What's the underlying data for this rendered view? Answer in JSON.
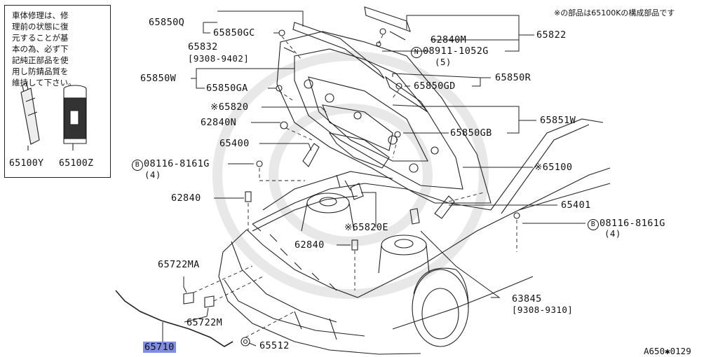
{
  "note_box": {
    "text": "車体修理は、修\n理前の状態に復\n元することが基\n本の為、必ず下\n記純正部品を使\n用し防錆品質を\n維持して下さい。",
    "part_tube": "65100Y",
    "part_can": "65100Z"
  },
  "header_note": "※の部品は65100Kの構成部品です",
  "figure_code": "A650✱0129",
  "parts": {
    "p65850Q": "65850Q",
    "p65850GC": "65850GC",
    "p65832": "65832",
    "p65832_range": "[9308-9402]",
    "p65850W": "65850W",
    "p65850GA": "65850GA",
    "p65820": "※65820",
    "p62840N": "62840N",
    "p65400": "65400",
    "p08116_left_mark": "B",
    "p08116_left": "08116-8161G",
    "p08116_left_qty": "(4)",
    "p62840_left": "62840",
    "p65820E": "※65820E",
    "p62840_mid": "62840",
    "p65722MA": "65722MA",
    "p65722M": "65722M",
    "p65710": "65710",
    "p65512": "65512",
    "p62840M": "62840M",
    "p65822": "65822",
    "p08911_mark": "N",
    "p08911": "08911-1052G",
    "p08911_qty": "(5)",
    "p65850GD": "65850GD",
    "p65850R": "65850R",
    "p65850GB": "65850GB",
    "p65851W": "65851W",
    "p65100": "※65100",
    "p65401": "65401",
    "p08116_right_mark": "B",
    "p08116_right": "08116-8161G",
    "p08116_right_qty": "(4)",
    "p63845": "63845",
    "p63845_range": "[9308-9310]"
  }
}
